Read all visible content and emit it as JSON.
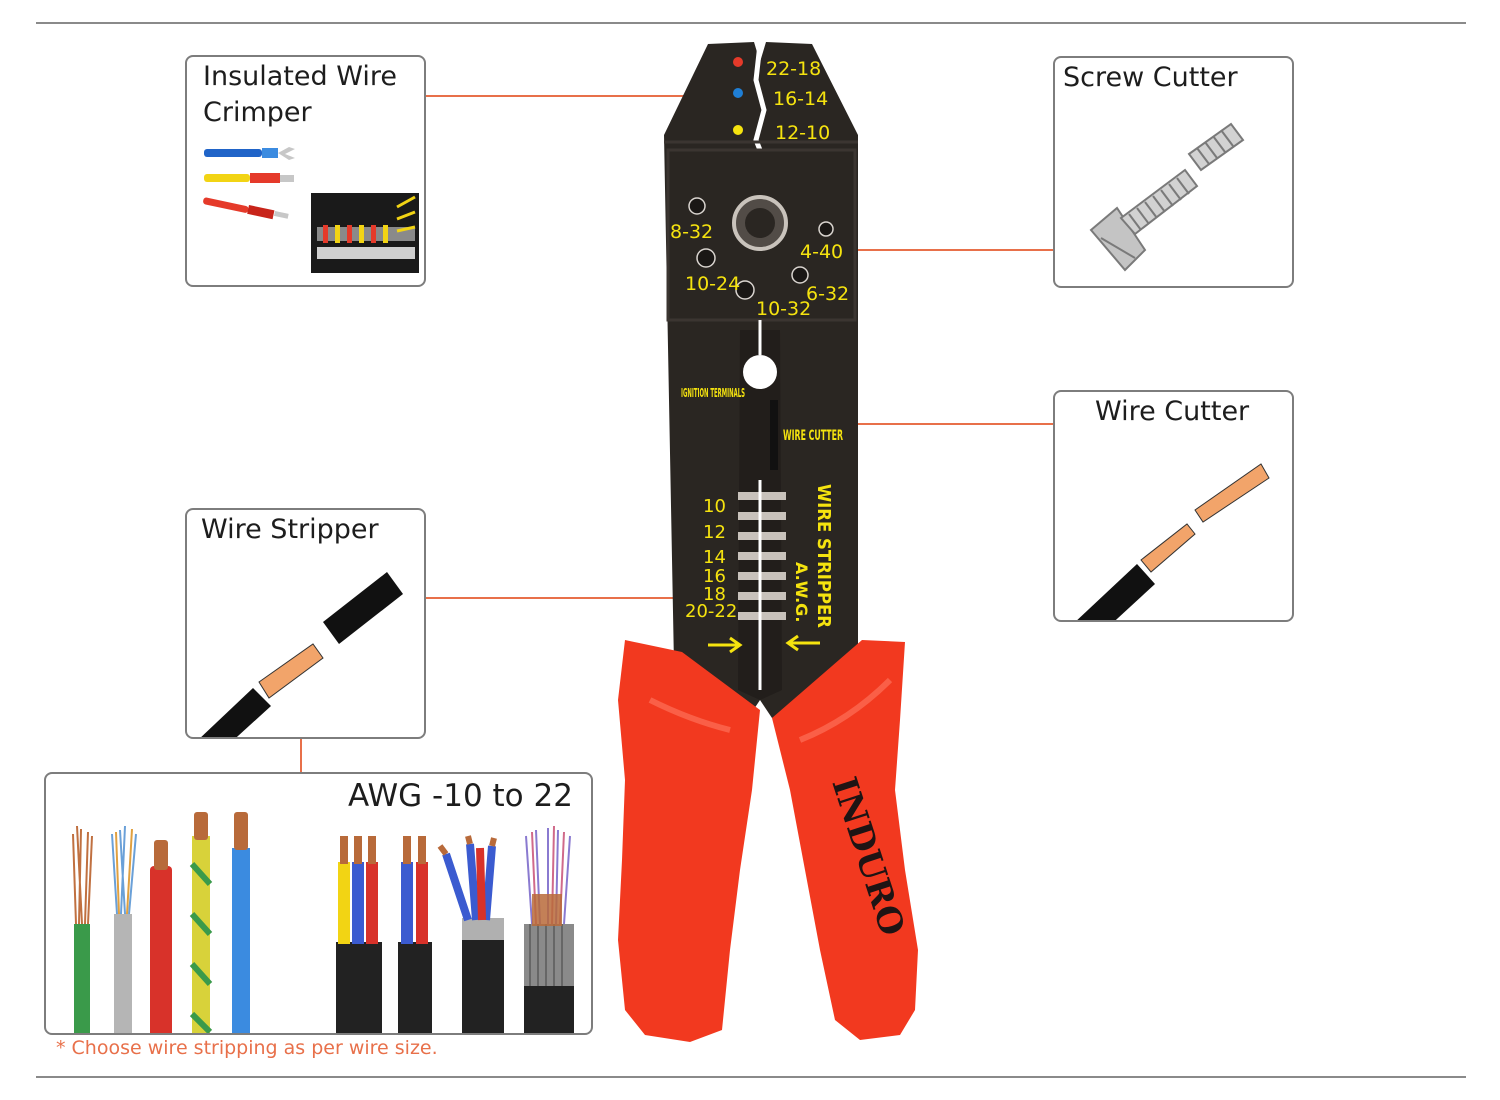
{
  "callouts": {
    "crimper": {
      "title": "Insulated Wire Crimper"
    },
    "screw_cutter": {
      "title": "Screw Cutter"
    },
    "wire_cutter": {
      "title": "Wire Cutter"
    },
    "wire_stripper": {
      "title": "Wire Stripper"
    },
    "awg": {
      "title": "AWG -10 to 22"
    }
  },
  "note": "* Choose wire stripping as per wire size.",
  "tool": {
    "brand": "INDURO",
    "crimp_sizes": [
      "22-18",
      "16-14",
      "12-10"
    ],
    "screw_sizes": [
      "8-32",
      "4-40",
      "10-24",
      "6-32",
      "10-32"
    ],
    "ignition_label": "IGNITION TERMINALS",
    "wire_cutter_label": "WIRE CUTTER",
    "stripper_label": "WIRE STRIPPER",
    "stripper_unit": "A.W.G.",
    "gauges": [
      "10",
      "12",
      "14",
      "16",
      "18",
      "20-22"
    ]
  },
  "colors": {
    "leader_line": "#e8704a",
    "handle": "#f2391f",
    "tool_body": "#2a2622",
    "marking": "#f5e30f",
    "copper": "#f2a46a"
  }
}
